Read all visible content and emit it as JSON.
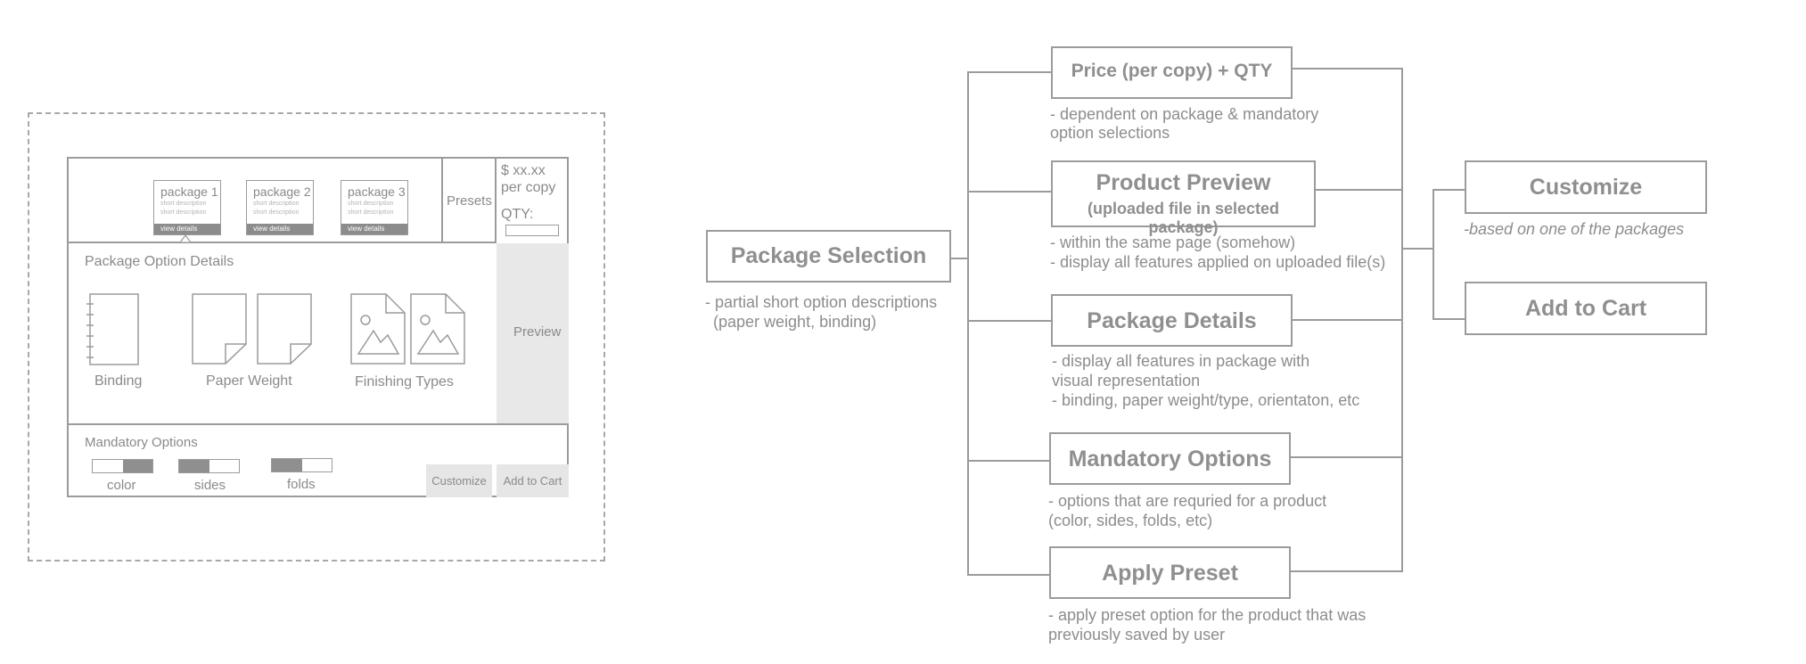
{
  "wireframe": {
    "packages": [
      {
        "title": "package 1",
        "desc1": "short description",
        "desc2": "short description",
        "view": "view details"
      },
      {
        "title": "package 2",
        "desc1": "short description",
        "desc2": "short description",
        "view": "view details"
      },
      {
        "title": "package 3",
        "desc1": "short description",
        "desc2": "short description",
        "view": "view details"
      }
    ],
    "presets_label": "Presets",
    "price_line1": "$ xx.xx",
    "price_line2": "per copy",
    "qty_label": "QTY:",
    "option_details_title": "Package Option Details",
    "binding_label": "Binding",
    "paper_weight_label": "Paper Weight",
    "finishing_label": "Finishing Types",
    "preview_label": "Preview",
    "mandatory_title": "Mandatory Options",
    "color_label": "color",
    "sides_label": "sides",
    "folds_label": "folds",
    "customize_label": "Customize",
    "add_to_cart_label": "Add to Cart"
  },
  "diagram": {
    "package_selection": {
      "label": "Package Selection",
      "note1": "- partial short option descriptions",
      "note2": "(paper weight, binding)"
    },
    "price_qty": {
      "label": "Price (per copy) + QTY",
      "note1": "- dependent on package & mandatory",
      "note2": "option selections"
    },
    "product_preview": {
      "label": "Product Preview",
      "sublabel": "(uploaded file in selected package)",
      "note1": "- within the same page (somehow)",
      "note2": "- display all features applied on uploaded file(s)"
    },
    "package_details": {
      "label": "Package Details",
      "note1": "- display all features in package with",
      "note2": "visual representation",
      "note3": "- binding, paper weight/type, orientaton, etc"
    },
    "mandatory_options": {
      "label": "Mandatory Options",
      "note1": "- options that are requried for a product",
      "note2": "(color, sides, folds, etc)"
    },
    "apply_preset": {
      "label": "Apply Preset",
      "note1": "- apply preset option for the product that was",
      "note2": "previously saved by user"
    },
    "customize": {
      "label": "Customize",
      "note": "-based on one of the packages"
    },
    "add_to_cart": {
      "label": "Add to Cart"
    }
  }
}
